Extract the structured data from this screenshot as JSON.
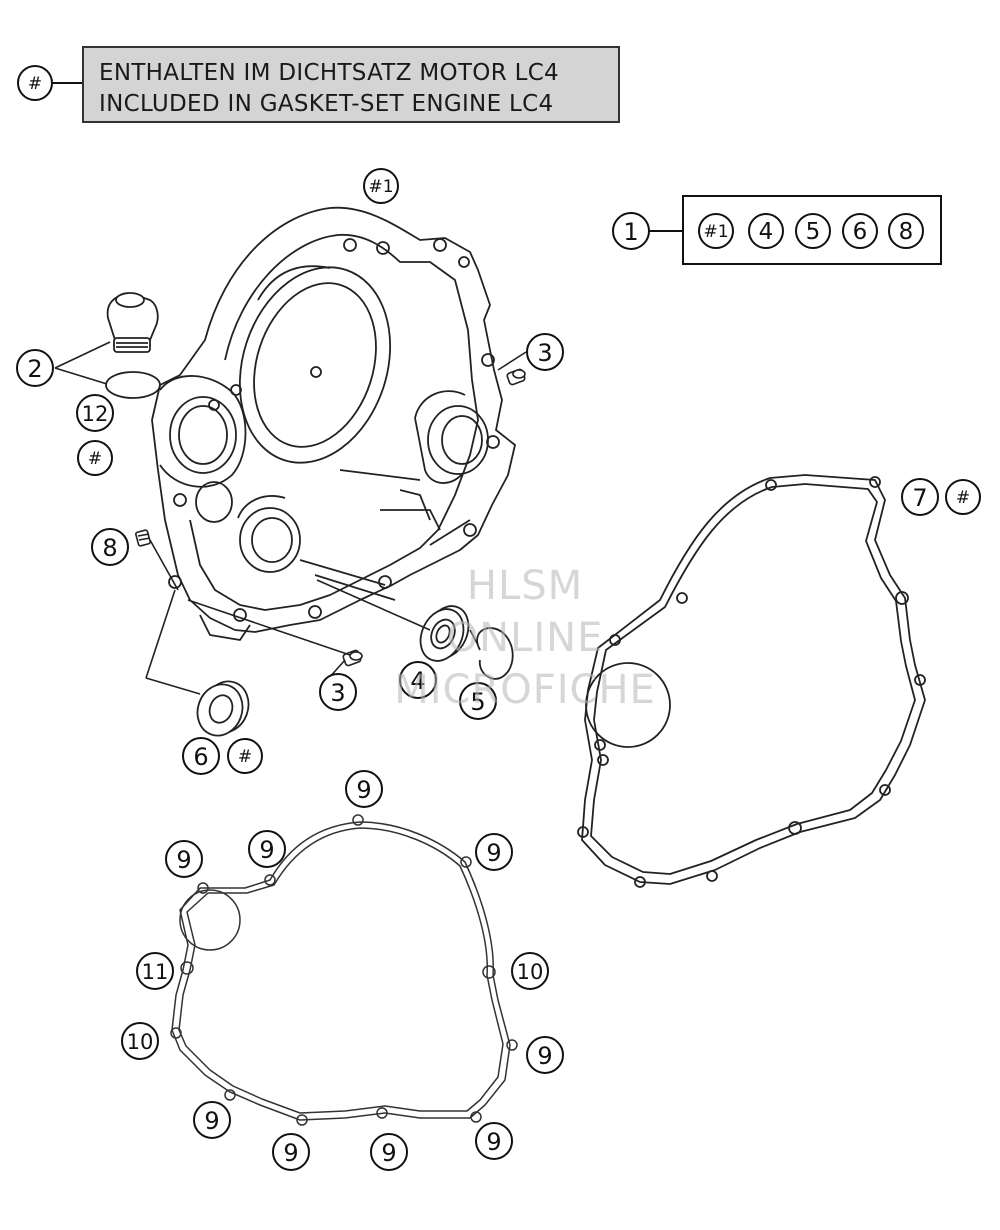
{
  "legend": {
    "symbol": "#",
    "line_de": "ENTHALTEN IM DICHTSATZ MOTOR LC4",
    "line_en": "INCLUDED IN GASKET-SET ENGINE LC4"
  },
  "watermark": {
    "line1": "HLSM",
    "line2": "ONLINE",
    "line3": "MICROFICHE"
  },
  "set_callout": {
    "ref": "1",
    "contents": [
      "#1",
      "4",
      "5",
      "6",
      "8"
    ]
  },
  "callouts": {
    "cover_marker": "#1",
    "oil_plug": "2",
    "oring": "12",
    "oring_gasket_marker": "#",
    "screw_right": "3",
    "screw_bottom": "3",
    "gasket_outer": "7",
    "gasket_outer_marker": "#",
    "plug_small": "8",
    "bearing": "4",
    "circlip": "5",
    "seal": "6",
    "seal_marker": "#",
    "inner_gasket_screw_top": "9",
    "inner_gasket_screw_topleft": "9",
    "inner_gasket_screw_left_top": "9",
    "inner_gasket_screw_right_top": "9",
    "inner_gasket_dowel_right": "10",
    "inner_gasket_dowel_left": "10",
    "inner_gasket_pin_left": "11",
    "inner_gasket_screw_right": "9",
    "inner_gasket_screw_bl": "9",
    "inner_gasket_screw_b1": "9",
    "inner_gasket_screw_b2": "9",
    "inner_gasket_screw_br": "9"
  }
}
